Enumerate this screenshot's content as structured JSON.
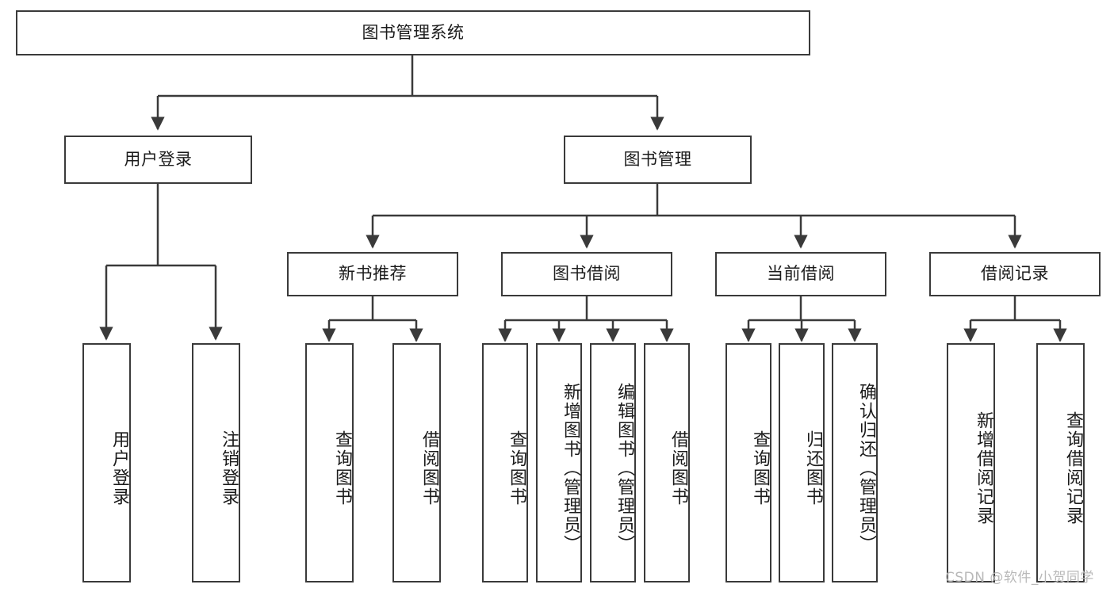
{
  "diagram": {
    "type": "tree-hierarchy-chart",
    "title": "图书管理系统",
    "watermark": "CSDN @软件_小贺同学",
    "colors": {
      "stroke": "#3a3a3a",
      "fill": "#ffffff",
      "text": "#1b1b1b",
      "watermark": "#b9b9b9"
    },
    "nodes": {
      "root": {
        "label": "图书管理系统"
      },
      "level2": [
        {
          "id": "user-login",
          "label": "用户登录"
        },
        {
          "id": "book-manage",
          "label": "图书管理"
        }
      ],
      "level3": [
        {
          "id": "new-book-recommend",
          "label": "新书推荐"
        },
        {
          "id": "book-borrow",
          "label": "图书借阅"
        },
        {
          "id": "current-borrow",
          "label": "当前借阅"
        },
        {
          "id": "borrow-record",
          "label": "借阅记录"
        }
      ],
      "leaves": {
        "user_login": [
          {
            "id": "leaf-user-login",
            "label": "用户登录"
          },
          {
            "id": "leaf-logout-login",
            "label": "注销登录"
          }
        ],
        "new_book_recommend": [
          {
            "id": "leaf-query-book-1",
            "label": "查询图书"
          },
          {
            "id": "leaf-borrow-book-1",
            "label": "借阅图书"
          }
        ],
        "book_borrow": [
          {
            "id": "leaf-query-book-2",
            "label": "查询图书"
          },
          {
            "id": "leaf-add-book",
            "label": "新增图书（管理员）"
          },
          {
            "id": "leaf-edit-book",
            "label": "编辑图书（管理员）"
          },
          {
            "id": "leaf-borrow-book-2",
            "label": "借阅图书"
          }
        ],
        "current_borrow": [
          {
            "id": "leaf-query-book-3",
            "label": "查询图书"
          },
          {
            "id": "leaf-return-book",
            "label": "归还图书"
          },
          {
            "id": "leaf-confirm-return",
            "label": "确认归还（管理员）"
          }
        ],
        "borrow_record": [
          {
            "id": "leaf-add-record",
            "label": "新增借阅记录"
          },
          {
            "id": "leaf-query-record",
            "label": "查询借阅记录"
          }
        ]
      }
    }
  }
}
